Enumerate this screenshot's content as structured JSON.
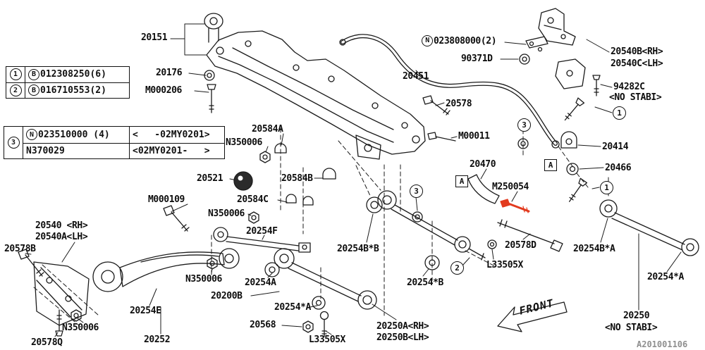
{
  "page": {
    "background": "#ffffff",
    "ink": "#1b1b1b",
    "highlight_color": "#e23a1e",
    "doc_number": "A201001106",
    "front_label": "FRONT"
  },
  "legend_bolts": {
    "rows": [
      {
        "num": "1",
        "badge": "B",
        "part": "012308250(6)"
      },
      {
        "num": "2",
        "badge": "B",
        "part": "016710553(2)"
      }
    ]
  },
  "legend_nuts": {
    "num": "3",
    "rows": [
      {
        "badge": "N",
        "part": "023510000 (4)",
        "range": "<   -02MY0201>"
      },
      {
        "part": "N370029",
        "range": "<02MY0201-   >"
      }
    ]
  },
  "callouts": {
    "stab_washer": "3",
    "hanger_bolt_upper": "1",
    "hanger_bolt_lower": "1",
    "link_washer": "3",
    "arm_bolt": "2",
    "joint_marker": "A"
  },
  "labels": {
    "p20151": "20151",
    "p20176": "20176",
    "m000206": "M000206",
    "p20584a": "20584A",
    "n350006_a": "N350006",
    "p20521": "20521",
    "p20584b": "20584B",
    "m000109": "M000109",
    "p20584c": "20584C",
    "n350006_b": "N350006",
    "p20540_rh": "20540 <RH>",
    "p20540a_lh": "20540A<LH>",
    "p20578b": "20578B",
    "p20254f": "20254F",
    "n350006_c": "N350006",
    "p20254a": "20254A",
    "p20200b": "20200B",
    "p20254e": "20254E",
    "n350006_d": "N350006",
    "p20252": "20252",
    "p20578q": "20578Q",
    "p20568": "20568",
    "p20254_star_a_mid": "20254*A",
    "l33505x_b": "L33505X",
    "p20254b_star_b": "20254B*B",
    "p20254_star_b": "20254*B",
    "p20250a_rh": "20250A<RH>",
    "p20250b_lh": "20250B<LH>",
    "p20451": "20451",
    "n023808000": {
      "badge": "N",
      "text": "023808000(2)"
    },
    "p90371d": "90371D",
    "p20578": "20578",
    "m00011": "M00011",
    "p20470": "20470",
    "m250054": "M250054",
    "p20540b_rh": "20540B<RH>",
    "p20540c_lh": "20540C<LH>",
    "p94282c": "94282C",
    "no_stabi_a": "<NO STABI>",
    "p20414": "20414",
    "p20466": "20466",
    "p20578d": "20578D",
    "l33505x_a": "L33505X",
    "p20254b_star_a": "20254B*A",
    "p20254_star_a_r": "20254*A",
    "p20250": "20250",
    "no_stabi_b": "<NO STABI>"
  }
}
